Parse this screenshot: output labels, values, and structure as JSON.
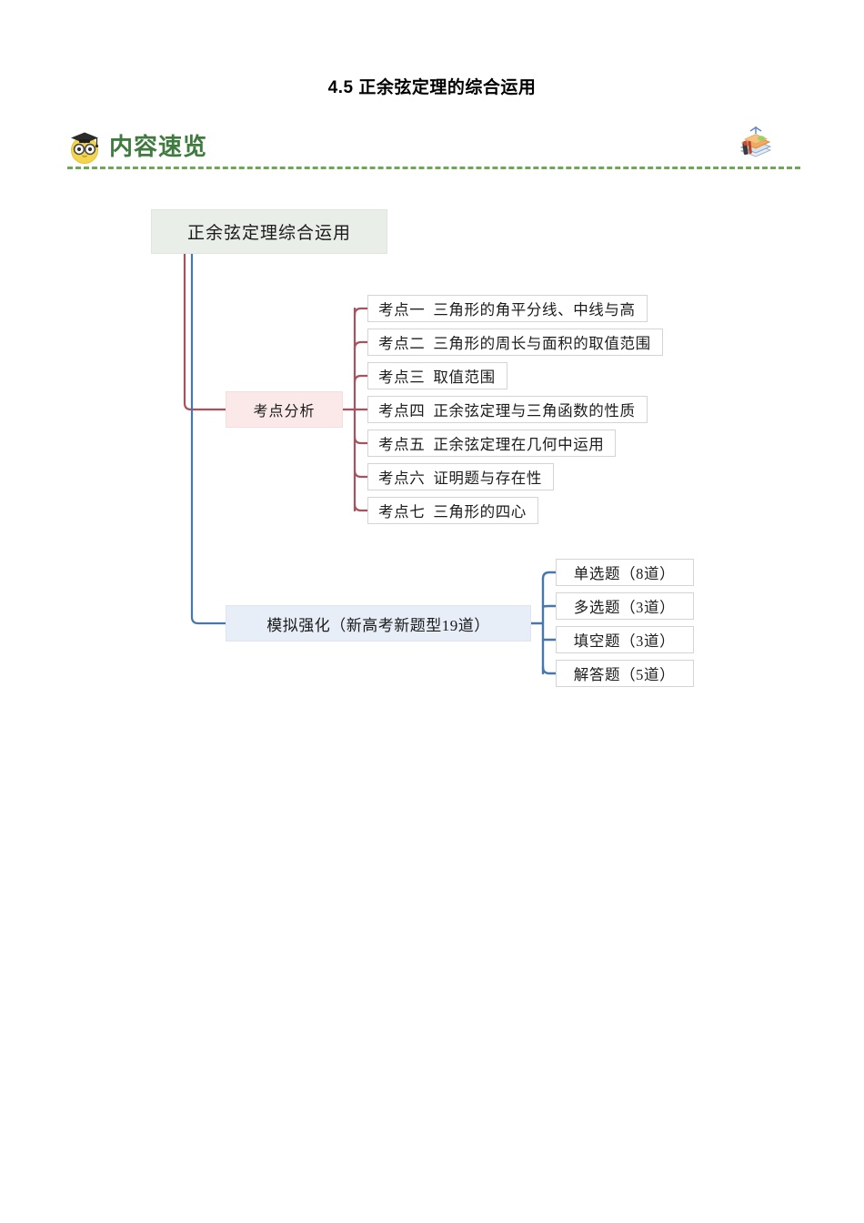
{
  "document": {
    "title": "4.5 正余弦定理的综合运用"
  },
  "section_header": {
    "label": "内容速览",
    "left_icon": "owl-graduate-icon",
    "right_icon": "books-icon",
    "rule_color": "#6fa757",
    "text_color": "#3f7a3f"
  },
  "mindmap": {
    "root": {
      "label": "正余弦定理综合运用",
      "bg_color": "#e9efe8"
    },
    "branches": [
      {
        "id": "kaodian-fenxi",
        "label": "考点分析",
        "bg_color": "#fae9e8",
        "line_color": "#a8525f",
        "children": [
          {
            "no": "考点一",
            "text": "三角形的角平分线、中线与高"
          },
          {
            "no": "考点二",
            "text": "三角形的周长与面积的取值范围"
          },
          {
            "no": "考点三",
            "text": "取值范围"
          },
          {
            "no": "考点四",
            "text": "正余弦定理与三角函数的性质"
          },
          {
            "no": "考点五",
            "text": "正余弦定理在几何中运用"
          },
          {
            "no": "考点六",
            "text": "证明题与存在性"
          },
          {
            "no": "考点七",
            "text": "三角形的四心"
          }
        ]
      },
      {
        "id": "moni-qianghua",
        "label": "模拟强化（新高考新题型19道）",
        "bg_color": "#e8eef8",
        "line_color": "#4877ae",
        "children": [
          {
            "no": "",
            "text": "单选题（8道）"
          },
          {
            "no": "",
            "text": "多选题（3道）"
          },
          {
            "no": "",
            "text": "填空题（3道）"
          },
          {
            "no": "",
            "text": "解答题（5道）"
          }
        ]
      }
    ]
  }
}
